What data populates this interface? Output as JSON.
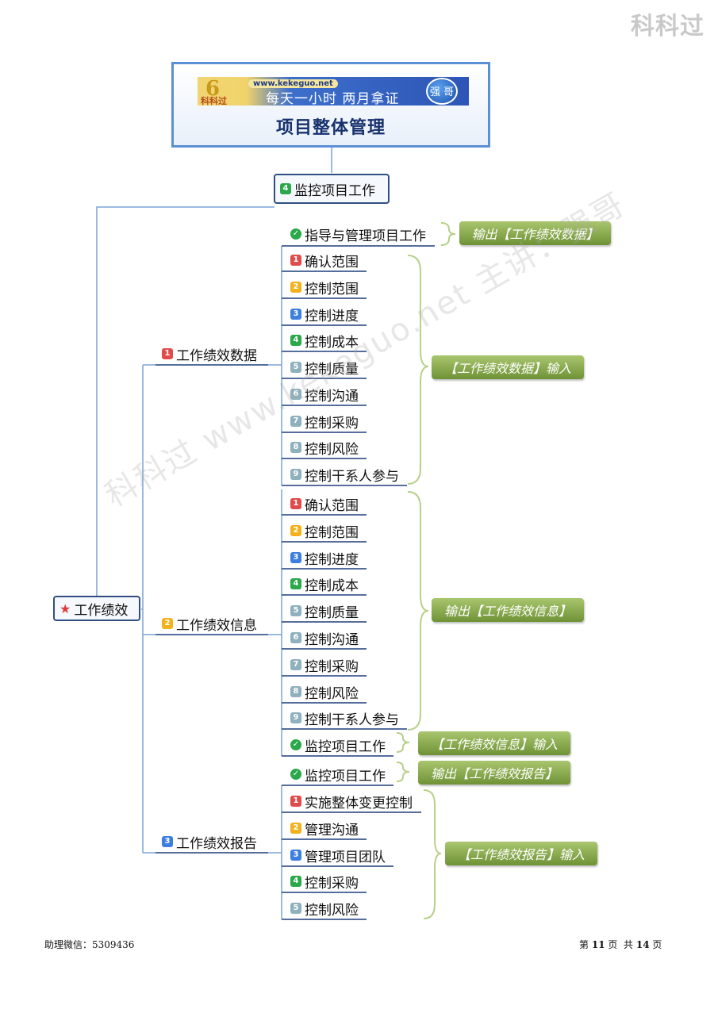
{
  "brand": "科科过",
  "header": {
    "site": "www.kekeguo.net",
    "logo_text": "科科过",
    "slogan": "每天一小时    两月拿证",
    "badge": "强 哥",
    "title": "项目整体管理"
  },
  "root": {
    "num": "4",
    "label": "监控项目工作"
  },
  "center": {
    "label": "工作绩效"
  },
  "branches": [
    {
      "num": "1",
      "label": "工作绩效数据"
    },
    {
      "num": "2",
      "label": "工作绩效信息"
    },
    {
      "num": "3",
      "label": "工作绩效报告"
    }
  ],
  "group1": {
    "output_node": "指导与管理项目工作",
    "output_tag": "输出【工作绩效数据】",
    "input_tag": "【工作绩效数据】输入",
    "items": [
      {
        "num": "1",
        "label": "确认范围"
      },
      {
        "num": "2",
        "label": "控制范围"
      },
      {
        "num": "3",
        "label": "控制进度"
      },
      {
        "num": "4",
        "label": "控制成本"
      },
      {
        "num": "5",
        "label": "控制质量"
      },
      {
        "num": "6",
        "label": "控制沟通"
      },
      {
        "num": "7",
        "label": "控制采购"
      },
      {
        "num": "8",
        "label": "控制风险"
      },
      {
        "num": "9",
        "label": "控制干系人参与"
      }
    ]
  },
  "group2": {
    "output_tag": "输出【工作绩效信息】",
    "input_node": "监控项目工作",
    "input_tag": "【工作绩效信息】输入",
    "items": [
      {
        "num": "1",
        "label": "确认范围"
      },
      {
        "num": "2",
        "label": "控制范围"
      },
      {
        "num": "3",
        "label": "控制进度"
      },
      {
        "num": "4",
        "label": "控制成本"
      },
      {
        "num": "5",
        "label": "控制质量"
      },
      {
        "num": "6",
        "label": "控制沟通"
      },
      {
        "num": "7",
        "label": "控制采购"
      },
      {
        "num": "8",
        "label": "控制风险"
      },
      {
        "num": "9",
        "label": "控制干系人参与"
      }
    ]
  },
  "group3": {
    "output_node": "监控项目工作",
    "output_tag": "输出【工作绩效报告】",
    "input_tag": "【工作绩效报告】输入",
    "items": [
      {
        "num": "1",
        "label": "实施整体变更控制"
      },
      {
        "num": "2",
        "label": "管理沟通"
      },
      {
        "num": "3",
        "label": "管理项目团队"
      },
      {
        "num": "4",
        "label": "控制采购"
      },
      {
        "num": "5",
        "label": "控制风险"
      }
    ]
  },
  "watermark": "科科过 www.kekeguo.net 主讲：强哥",
  "footer": {
    "left": "助理微信：5309436",
    "page_label_pre": "第",
    "page_current": "11",
    "page_label_mid": "页  共",
    "page_total": "14",
    "page_label_post": "页"
  },
  "colors": {
    "num1": "#e24b4b",
    "num2": "#f2b21c",
    "num3": "#3d7fe0",
    "num4": "#2aa84a",
    "num5": "#8fb0bd",
    "num6": "#8fb0bd",
    "num7": "#8fb0bd",
    "num8": "#8fb0bd",
    "num9": "#8fb0bd",
    "line": "#1f3f7a",
    "connector": "#7aa3d6",
    "brace": "#b7d08a"
  }
}
